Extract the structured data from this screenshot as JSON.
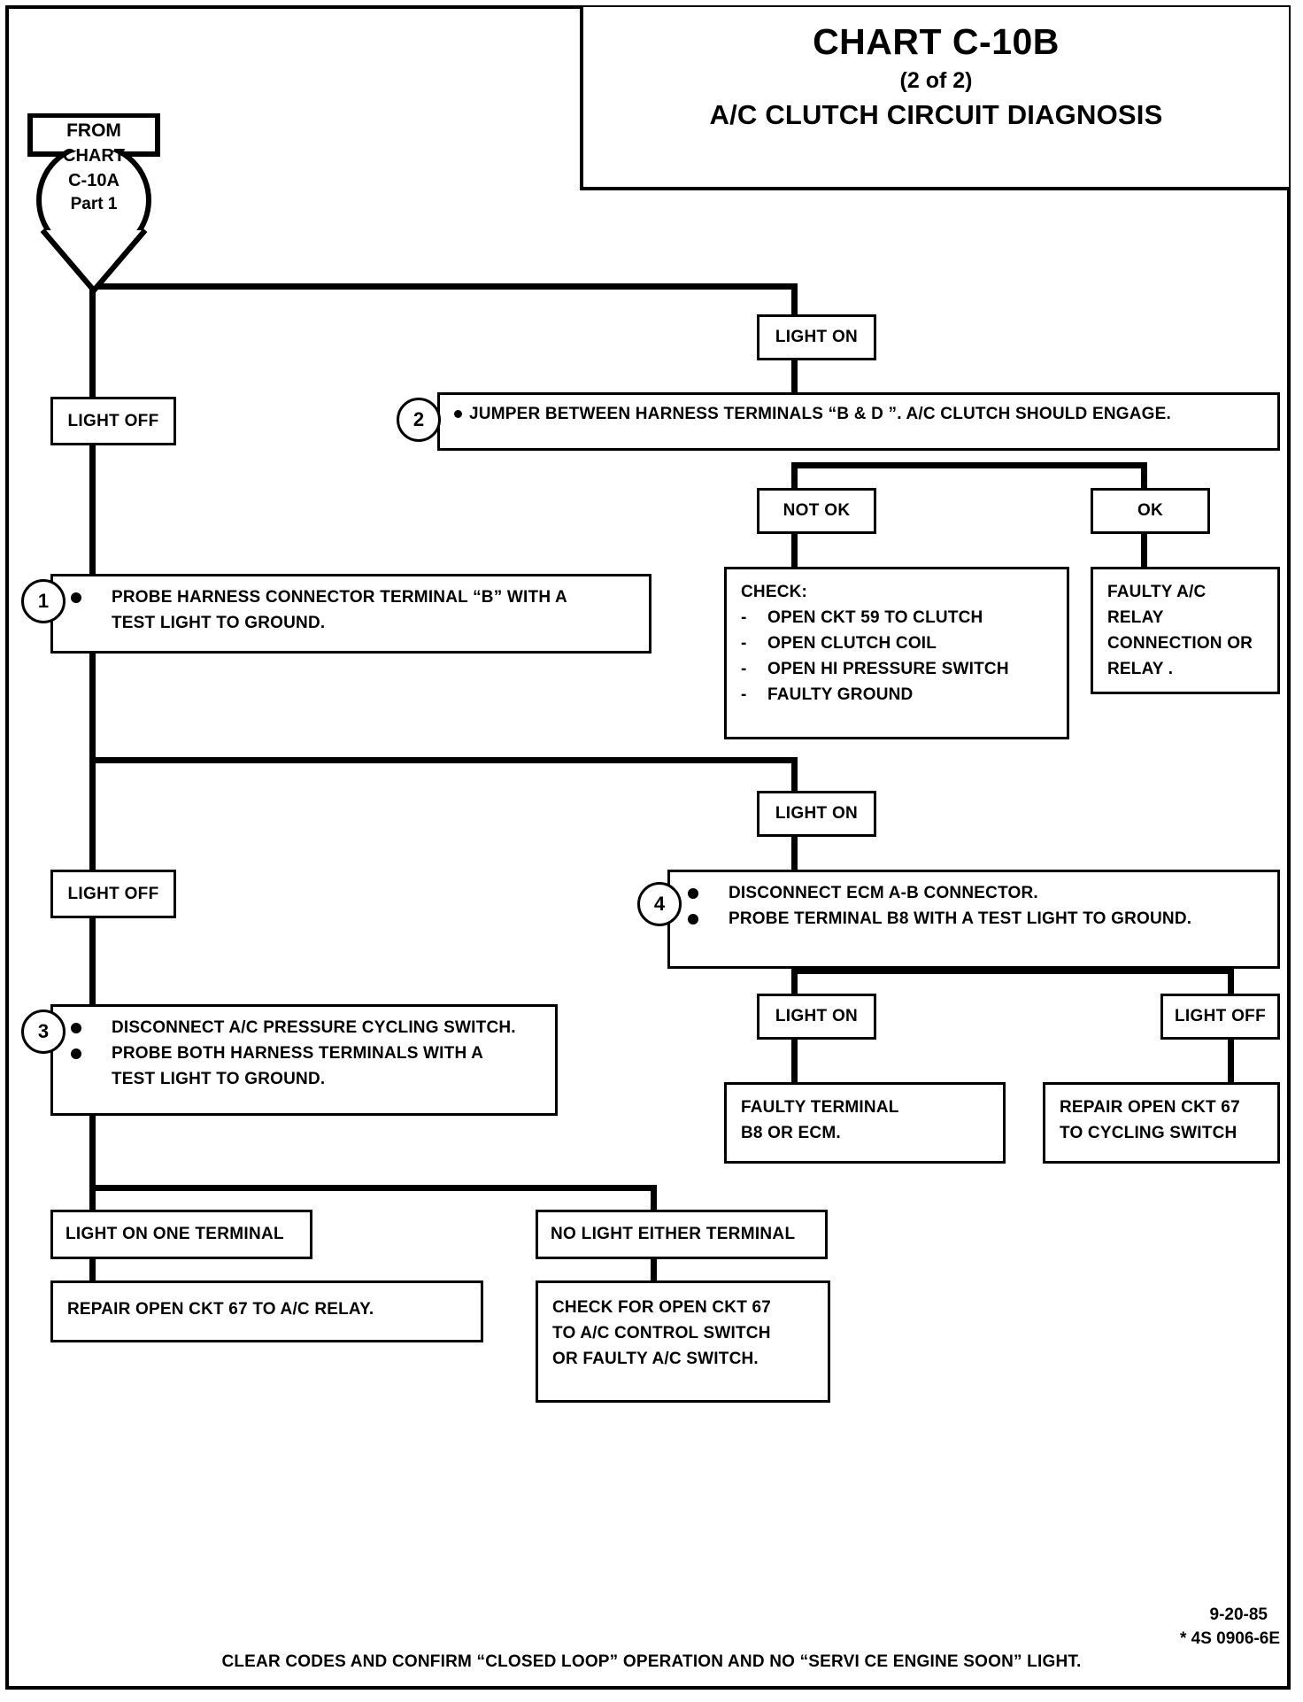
{
  "title": {
    "main": "CHART C-10B",
    "sub": "(2 of 2)",
    "desc": "A/C CLUTCH CIRCUIT DIAGNOSIS"
  },
  "from_connector": {
    "line1": "FROM",
    "line2": "CHART",
    "line3": "C-10A",
    "line4": "Part 1"
  },
  "steps": {
    "one": "1",
    "two": "2",
    "three": "3",
    "four": "4"
  },
  "nodes": {
    "light_on_1": "LIGHT ON",
    "light_off_1": "LIGHT OFF",
    "not_ok": "NOT OK",
    "ok": "OK",
    "light_on_2": "LIGHT ON",
    "light_off_2": "LIGHT OFF",
    "light_on_3": "LIGHT ON",
    "light_off_3": "LIGHT OFF",
    "light_on_one_terminal": "LIGHT ON ONE TERMINAL",
    "no_light_either_terminal": "NO LIGHT EITHER TERMINAL"
  },
  "step2_box": {
    "text": "JUMPER BETWEEN HARNESS TERMINALS “B & D ”. A/C CLUTCH SHOULD ENGAGE."
  },
  "step1_box": {
    "line1": "PROBE HARNESS CONNECTOR TERMINAL “B” WITH A",
    "line2": "TEST LIGHT TO GROUND."
  },
  "step3_box": {
    "line1": "DISCONNECT A/C PRESSURE CYCLING SWITCH.",
    "line2": "PROBE  BOTH HARNESS TERMINALS WITH A",
    "line3": "TEST LIGHT TO GROUND."
  },
  "step4_box": {
    "line1": "DISCONNECT ECM A-B CONNECTOR.",
    "line2": "PROBE TERMINAL B8  WITH A TEST LIGHT TO GROUND."
  },
  "check_box": {
    "heading": "CHECK:",
    "items": [
      "OPEN CKT 59 TO CLUTCH",
      "OPEN CLUTCH COIL",
      "OPEN HI PRESSURE SWITCH",
      "FAULTY GROUND"
    ],
    "dash": "-"
  },
  "relay_box": {
    "line1": "FAULTY A/C RELAY",
    "line2": "CONNECTION OR",
    "line3": "RELAY ."
  },
  "faulty_terminal_box": {
    "line1": "FAULTY   TERMINAL",
    "line2": "B8 OR ECM."
  },
  "repair_ckt67_cycling_box": {
    "line1": "REPAIR OPEN CKT 67",
    "line2": "TO CYCLING SWITCH"
  },
  "repair_ckt67_relay_box": {
    "line1": "REPAIR OPEN CKT 67  TO A/C RELAY."
  },
  "check_ckt67_box": {
    "line1": "CHECK FOR OPEN CKT 67",
    "line2": "TO A/C CONTROL SWITCH",
    "line3": "OR FAULTY A/C SWITCH."
  },
  "footer": {
    "note": "CLEAR CODES AND CONFIRM “CLOSED LOOP” OPERATION AND NO “SERVI CE ENGINE SOON” LIGHT.",
    "date": "9-20-85",
    "code": "* 4S 0906-6E"
  }
}
